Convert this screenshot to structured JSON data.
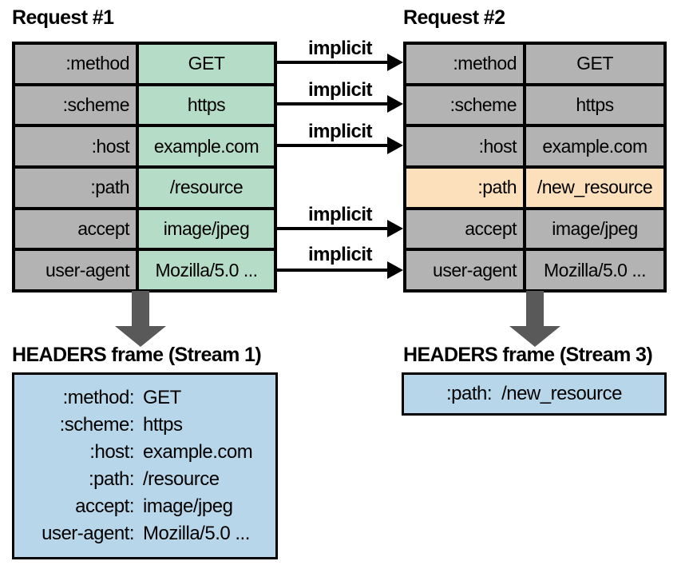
{
  "request1": {
    "title": "Request #1",
    "rows": [
      {
        "name": ":method",
        "value": "GET"
      },
      {
        "name": ":scheme",
        "value": "https"
      },
      {
        "name": ":host",
        "value": "example.com"
      },
      {
        "name": ":path",
        "value": "/resource"
      },
      {
        "name": "accept",
        "value": "image/jpeg"
      },
      {
        "name": "user-agent",
        "value": "Mozilla/5.0 ..."
      }
    ]
  },
  "request2": {
    "title": "Request #2",
    "rows": [
      {
        "name": ":method",
        "value": "GET"
      },
      {
        "name": ":scheme",
        "value": "https"
      },
      {
        "name": ":host",
        "value": "example.com"
      },
      {
        "name": ":path",
        "value": "/new_resource",
        "highlighted": true
      },
      {
        "name": "accept",
        "value": "image/jpeg"
      },
      {
        "name": "user-agent",
        "value": "Mozilla/5.0 ..."
      }
    ]
  },
  "implicit_label": "implicit",
  "frame_stream1": {
    "title": "HEADERS frame (Stream 1)",
    "entries": [
      {
        "name": ":method:",
        "value": "GET"
      },
      {
        "name": ":scheme:",
        "value": "https"
      },
      {
        "name": ":host:",
        "value": "example.com"
      },
      {
        "name": ":path:",
        "value": "/resource"
      },
      {
        "name": "accept:",
        "value": "image/jpeg"
      },
      {
        "name": "user-agent:",
        "value": "Mozilla/5.0 ..."
      }
    ]
  },
  "frame_stream3": {
    "title": "HEADERS frame (Stream 3)",
    "entries": [
      {
        "name": ":path:",
        "value": "/new_resource"
      }
    ]
  },
  "colors": {
    "cell_gray": "#b3b3b3",
    "cell_green": "#b5dcc6",
    "cell_orange": "#fcdfbb",
    "frame_blue": "#b7d6e9",
    "down_arrow_gray": "#595959",
    "border_black": "#000000"
  }
}
